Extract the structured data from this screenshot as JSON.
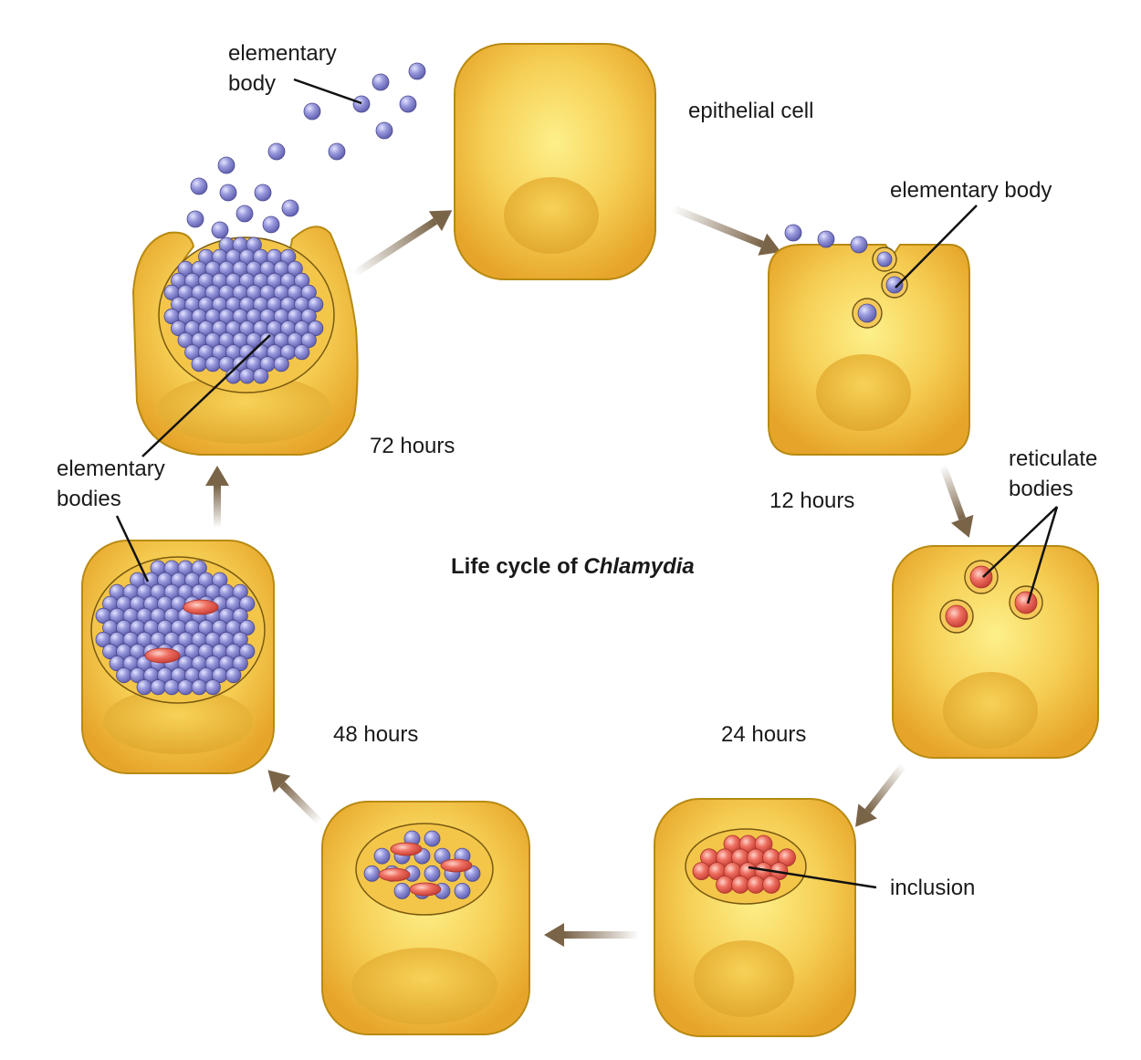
{
  "title": {
    "prefix": "Life cycle of ",
    "organism": "Chlamydia"
  },
  "labels": {
    "elementary_body_top_line1": "elementary",
    "elementary_body_top_line2": "body",
    "epithelial_cell": "epithelial cell",
    "elementary_body_right": "elementary body",
    "reticulate_bodies_line1": "reticulate",
    "reticulate_bodies_line2": "bodies",
    "inclusion": "inclusion",
    "elementary_bodies_line1": "elementary",
    "elementary_bodies_line2": "bodies"
  },
  "time_points": {
    "t12": "12 hours",
    "t24": "24 hours",
    "t48": "48 hours",
    "t72": "72 hours"
  },
  "colors": {
    "cell": "#f2c24a",
    "cell_edge": "#c9951a",
    "nucleus": "#e6ad2e",
    "elementary_body": "#8e8ed6",
    "reticulate_body": "#e8564a",
    "arrow": "#7a6448"
  }
}
